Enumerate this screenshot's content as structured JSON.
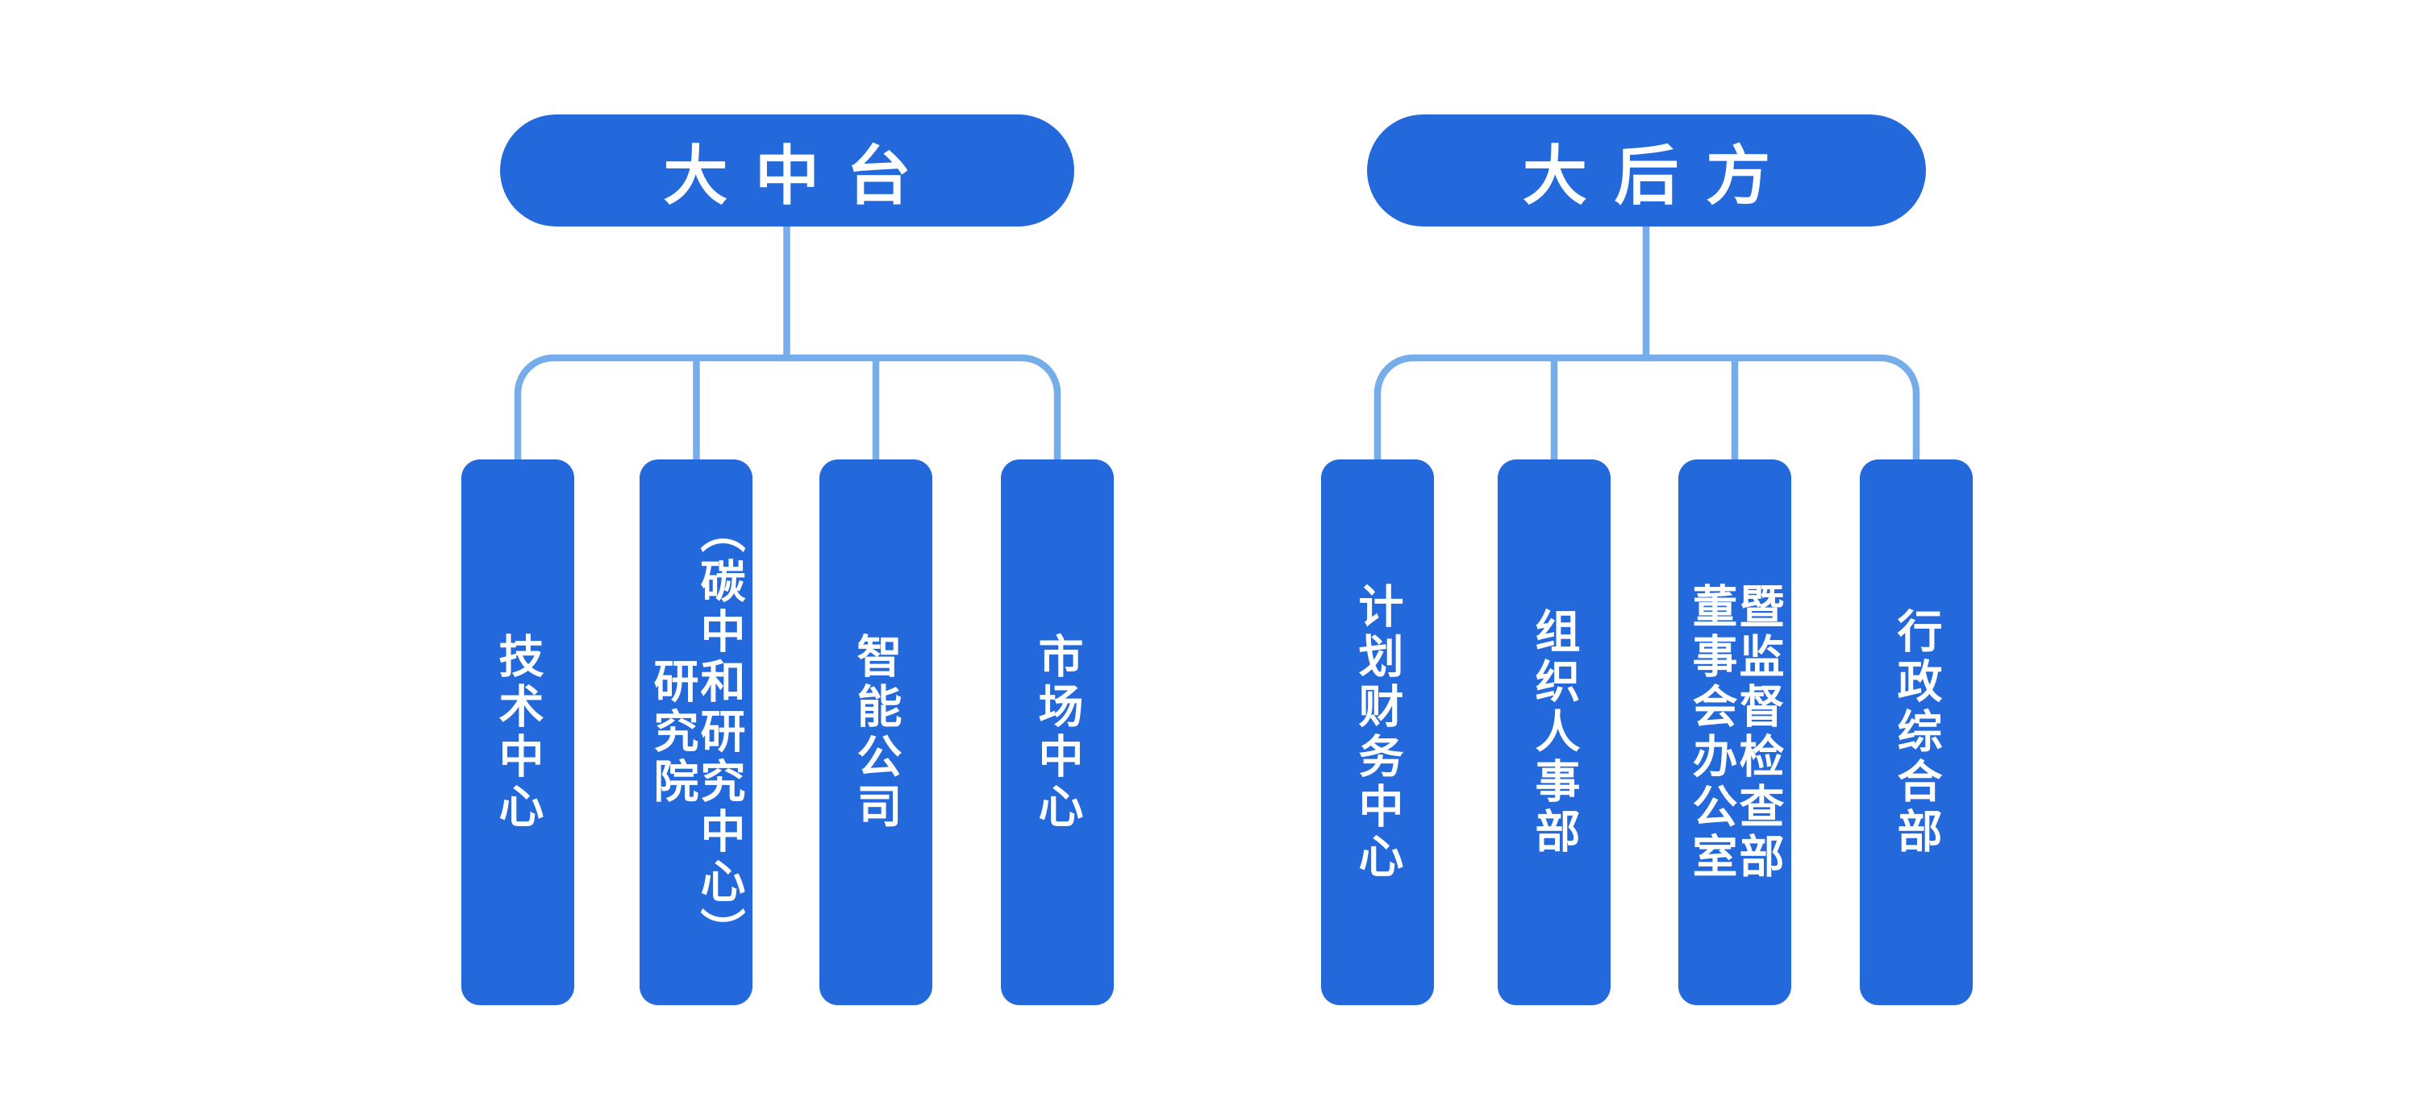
{
  "colors": {
    "node_fill": "#2469DB",
    "connector_line": "#74ADE9",
    "node_text": "#FFFFFF",
    "background": "#FFFFFF"
  },
  "groups": [
    {
      "root": {
        "label": "大中台"
      },
      "children": [
        {
          "label": "技术中心",
          "lines": [
            "技术中心"
          ]
        },
        {
          "label": "研究院（碳中和研究中心）",
          "lines": [
            "研究院",
            "（碳中和研究中心）"
          ]
        },
        {
          "label": "智能公司",
          "lines": [
            "智能公司"
          ]
        },
        {
          "label": "市场中心",
          "lines": [
            "市场中心"
          ]
        }
      ]
    },
    {
      "root": {
        "label": "大后方"
      },
      "children": [
        {
          "label": "计划财务中心",
          "lines": [
            "计划财务中心"
          ]
        },
        {
          "label": "组织人事部",
          "lines": [
            "组织人事部"
          ]
        },
        {
          "label": "董事会办公室暨监督检查部",
          "lines": [
            "董事会办公室",
            "暨监督检查部"
          ]
        },
        {
          "label": "行政综合部",
          "lines": [
            "行政综合部"
          ]
        }
      ]
    }
  ]
}
